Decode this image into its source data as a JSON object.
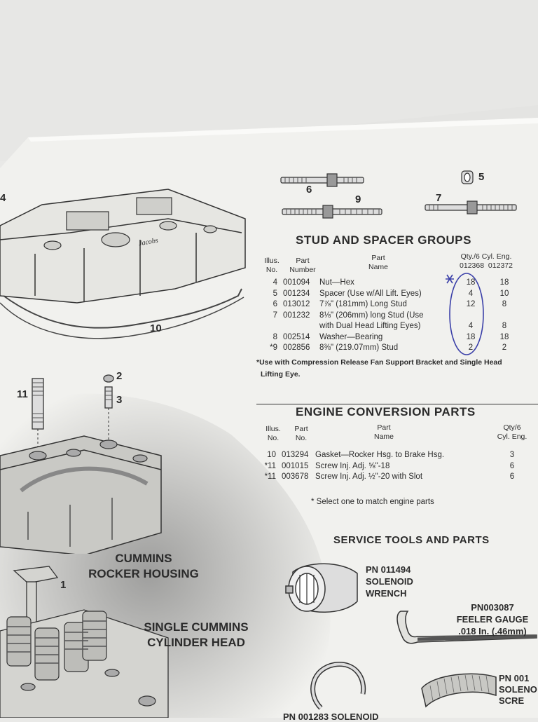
{
  "stud_spacer": {
    "title": "STUD AND SPACER GROUPS",
    "col_illus": "Illus.",
    "col_illus2": "No.",
    "col_part": "Part",
    "col_part2": "Number",
    "col_name": "Part",
    "col_name2": "Name",
    "col_qty": "Qty./6 Cyl. Eng.",
    "col_eng_a": "012368",
    "col_eng_b": "012372",
    "rows": [
      {
        "illus": "4",
        "part": "001094",
        "name": "Nut—Hex",
        "qty_a": "18",
        "qty_b": "18"
      },
      {
        "illus": "5",
        "part": "001234",
        "name": "Spacer (Use w/All Lift. Eyes)",
        "qty_a": "4",
        "qty_b": "10"
      },
      {
        "illus": "6",
        "part": "013012",
        "name": "7⅞\" (181mm) Long Stud",
        "qty_a": "12",
        "qty_b": "8"
      },
      {
        "illus": "7",
        "part": "001232",
        "name": "8⅛\" (206mm) long Stud (Use",
        "qty_a": "",
        "qty_b": ""
      },
      {
        "illus": "",
        "part": "",
        "name": "with Dual Head Lifting Eyes)",
        "qty_a": "4",
        "qty_b": "8"
      },
      {
        "illus": "8",
        "part": "002514",
        "name": "Washer—Bearing",
        "qty_a": "18",
        "qty_b": "18"
      },
      {
        "illus": "*9",
        "part": "002856",
        "name": "8⅜\" (219.07mm) Stud",
        "qty_a": "2",
        "qty_b": "2"
      }
    ],
    "footnote_1": "*Use with Compression Release Fan Support Bracket and Single Head",
    "footnote_2": "Lifting Eye."
  },
  "engine_conversion": {
    "title": "ENGINE CONVERSION PARTS",
    "col_illus": "Illus.",
    "col_illus2": "No.",
    "col_part": "Part",
    "col_part2": "No.",
    "col_name": "Part",
    "col_name2": "Name",
    "col_qty": "Qty/6",
    "col_qty2": "Cyl. Eng.",
    "rows": [
      {
        "illus": "10",
        "part": "013294",
        "name": "Gasket—Rocker Hsg. to Brake Hsg.",
        "qty": "3"
      },
      {
        "illus": "*11",
        "part": "001015",
        "name": "Screw Inj. Adj. ⅝\"-18",
        "qty": "6"
      },
      {
        "illus": "*11",
        "part": "003678",
        "name": "Screw Inj. Adj. ½\"-20 with Slot",
        "qty": "6"
      }
    ],
    "footnote": "*  Select one to match engine parts"
  },
  "service_tools": {
    "title": "SERVICE TOOLS AND PARTS",
    "tool1": {
      "line1": "PN 011494",
      "line2": "SOLENOID",
      "line3": "WRENCH"
    },
    "tool2": {
      "line1": "PN003087",
      "line2": "FEELER GAUGE",
      "line3": ".018 In. (.46mm)"
    },
    "tool3": {
      "line1": "PN 001",
      "line2": "SOLENO",
      "line3": "SCRE"
    },
    "partial_bottom": "PN 001283 SOLENOID"
  },
  "illustration": {
    "callouts": {
      "c4": "4",
      "c5": "5",
      "c6": "6",
      "c7": "7",
      "c9": "9",
      "c10": "10",
      "c11": "11",
      "c2": "2",
      "c3": "3",
      "c1": "1"
    },
    "housing_brand": "Jacobs",
    "label_rocker_1": "CUMMINS",
    "label_rocker_2": "ROCKER HOUSING",
    "label_head_1": "SINGLE CUMMINS",
    "label_head_2": "CYLINDER HEAD"
  },
  "handwriting": {
    "star": "*"
  },
  "colors": {
    "paper": "#f1f1ee",
    "ink": "#2b2b2b",
    "pen": "#3a3fa8",
    "shadow": "#6b6b6b"
  }
}
